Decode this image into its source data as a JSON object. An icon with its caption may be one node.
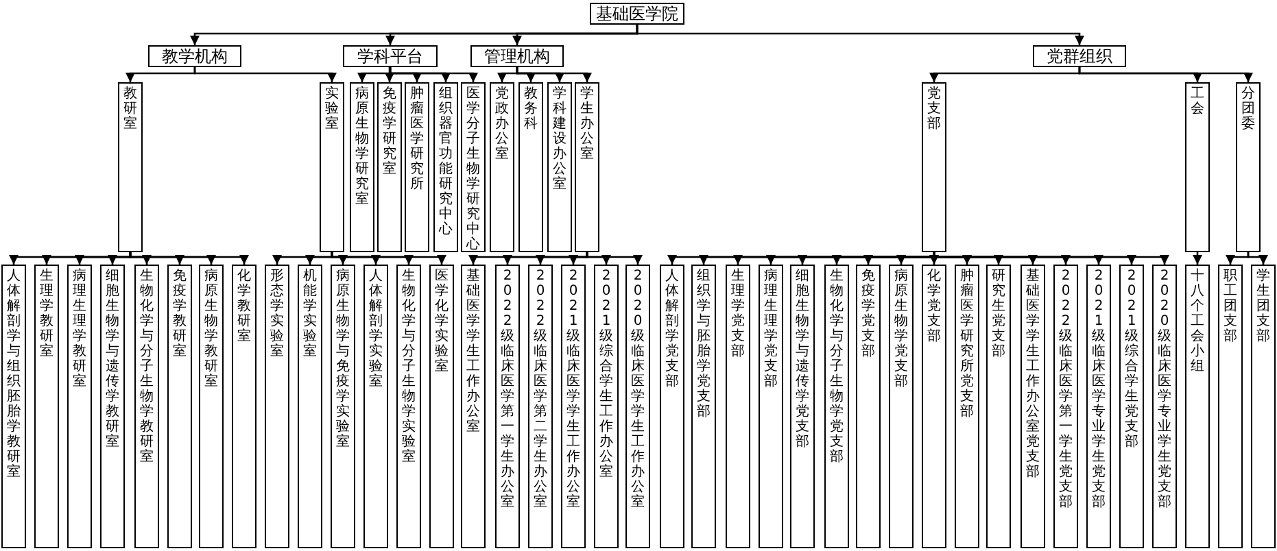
{
  "diagram": {
    "nodes": [
      {
        "text": [
          "基础医学院"
        ]
      },
      {
        "text": [
          "教学机构"
        ]
      },
      {
        "text": [
          "学科平台"
        ]
      },
      {
        "text": [
          "管理机构"
        ]
      },
      {
        "text": [
          "党群组织"
        ]
      },
      {
        "text": [
          "教研室"
        ]
      },
      {
        "text": [
          "实验室"
        ]
      },
      {
        "text": [
          "病原生物学研究室"
        ]
      },
      {
        "text": [
          "免疫学研究室"
        ]
      },
      {
        "text": [
          "肿瘤医学研究所"
        ]
      },
      {
        "text": [
          "组织器官功能研究中心"
        ]
      },
      {
        "text": [
          "医学分子生物学研究中心"
        ]
      },
      {
        "text": [
          "党政办公室"
        ]
      },
      {
        "text": [
          "教务科"
        ]
      },
      {
        "text": [
          "学科建设办公室"
        ]
      },
      {
        "text": [
          "学生办公室"
        ]
      },
      {
        "text": [
          "党支部"
        ]
      },
      {
        "text": [
          "工会"
        ]
      },
      {
        "text": [
          "分团委"
        ]
      },
      {
        "text": [
          "人体解剖学与组织胚胎学教研室"
        ]
      },
      {
        "text": [
          "生理学教研室"
        ]
      },
      {
        "text": [
          "病理生理学教研室"
        ]
      },
      {
        "text": [
          "细胞生物学与遗传学教研室"
        ]
      },
      {
        "text": [
          "生物化学与分子生物学教研室"
        ]
      },
      {
        "text": [
          "免疫学教研室"
        ]
      },
      {
        "text": [
          "病原生物学教研室"
        ]
      },
      {
        "text": [
          "化学教研室"
        ]
      },
      {
        "text": [
          "形态学实验室"
        ]
      },
      {
        "text": [
          "机能学实验室"
        ]
      },
      {
        "text": [
          "病原生物学与免疫学实验室"
        ]
      },
      {
        "text": [
          "人体解剖学实验室"
        ]
      },
      {
        "text": [
          "生物化学与分子生物学实验室"
        ]
      },
      {
        "text": [
          "医学化学实验室"
        ]
      },
      {
        "text": [
          "基础医学学生工作办公室"
        ]
      },
      {
        "text": [
          "2022级临床医学第一学生办公室"
        ]
      },
      {
        "text": [
          "2022级临床医学第二学生办公室"
        ]
      },
      {
        "text": [
          "2021级临床医学学生工作办公室"
        ]
      },
      {
        "text": [
          "2021级综合学生工作办公室"
        ]
      },
      {
        "text": [
          "2020级临床医学学生工作办公室"
        ]
      },
      {
        "text": [
          "人体解剖学党支部"
        ]
      },
      {
        "text": [
          "组织学与胚胎学党支部"
        ]
      },
      {
        "text": [
          "生理学党支部"
        ]
      },
      {
        "text": [
          "病理生理学党支部"
        ]
      },
      {
        "text": [
          "细胞生物学与遗传学党支部"
        ]
      },
      {
        "text": [
          "生物化学与分子生物学党支部"
        ]
      },
      {
        "text": [
          "免疫学党支部"
        ]
      },
      {
        "text": [
          "病原生物学党支部"
        ]
      },
      {
        "text": [
          "化学党支部"
        ]
      },
      {
        "text": [
          "肿瘤医学研究所党支部"
        ]
      },
      {
        "text": [
          "研究生党支部"
        ]
      },
      {
        "text": [
          "基础医学学生工作办公室党支部"
        ]
      },
      {
        "text": [
          "2022级临床医学第一学生党支部"
        ]
      },
      {
        "text": [
          "2021级临床医学专业学生党支部"
        ]
      },
      {
        "text": [
          "2021级综合学生党支部"
        ]
      },
      {
        "text": [
          "2020级临床医学专业学生党支部"
        ]
      },
      {
        "text": [
          "十八个工会小组"
        ]
      },
      {
        "text": [
          "职工团支部"
        ]
      },
      {
        "text": [
          "学生团支部"
        ]
      }
    ],
    "edges": [
      {
        "from": 0,
        "to": 1,
        "arrow": "to"
      },
      {
        "from": 0,
        "to": 2,
        "arrow": "to"
      },
      {
        "from": 0,
        "to": 3,
        "arrow": "to"
      },
      {
        "from": 0,
        "to": 4,
        "arrow": "to"
      },
      {
        "from": 1,
        "to": 5,
        "arrow": "to"
      },
      {
        "from": 1,
        "to": 6,
        "arrow": "to"
      },
      {
        "from": 2,
        "to": 7,
        "arrow": "to"
      },
      {
        "from": 2,
        "to": 8,
        "arrow": "to"
      },
      {
        "from": 2,
        "to": 9,
        "arrow": "to"
      },
      {
        "from": 2,
        "to": 10,
        "arrow": "to"
      },
      {
        "from": 2,
        "to": 11,
        "arrow": "to"
      },
      {
        "from": 3,
        "to": 12,
        "arrow": "to"
      },
      {
        "from": 3,
        "to": 13,
        "arrow": "to"
      },
      {
        "from": 3,
        "to": 14,
        "arrow": "to"
      },
      {
        "from": 3,
        "to": 15,
        "arrow": "to"
      },
      {
        "from": 4,
        "to": 16,
        "arrow": "to"
      },
      {
        "from": 4,
        "to": 17,
        "arrow": "to"
      },
      {
        "from": 4,
        "to": 18,
        "arrow": "to"
      },
      {
        "from": 5,
        "to": 19,
        "arrow": "to"
      },
      {
        "from": 5,
        "to": 20,
        "arrow": "to"
      },
      {
        "from": 5,
        "to": 21,
        "arrow": "to"
      },
      {
        "from": 5,
        "to": 22,
        "arrow": "to"
      },
      {
        "from": 5,
        "to": 23,
        "arrow": "to"
      },
      {
        "from": 5,
        "to": 24,
        "arrow": "to"
      },
      {
        "from": 5,
        "to": 25,
        "arrow": "to"
      },
      {
        "from": 5,
        "to": 26,
        "arrow": "to"
      },
      {
        "from": 6,
        "to": 27,
        "arrow": "to"
      },
      {
        "from": 6,
        "to": 28,
        "arrow": "to"
      },
      {
        "from": 6,
        "to": 29,
        "arrow": "to"
      },
      {
        "from": 6,
        "to": 30,
        "arrow": "to"
      },
      {
        "from": 6,
        "to": 31,
        "arrow": "to"
      },
      {
        "from": 6,
        "to": 32,
        "arrow": "to"
      },
      {
        "from": 15,
        "to": 33,
        "arrow": "to"
      },
      {
        "from": 15,
        "to": 34,
        "arrow": "to"
      },
      {
        "from": 15,
        "to": 35,
        "arrow": "to"
      },
      {
        "from": 15,
        "to": 36,
        "arrow": "to"
      },
      {
        "from": 15,
        "to": 37,
        "arrow": "to"
      },
      {
        "from": 15,
        "to": 38,
        "arrow": "to"
      },
      {
        "from": 16,
        "to": 39,
        "arrow": "to"
      },
      {
        "from": 16,
        "to": 40,
        "arrow": "to"
      },
      {
        "from": 16,
        "to": 41,
        "arrow": "to"
      },
      {
        "from": 16,
        "to": 42,
        "arrow": "to"
      },
      {
        "from": 16,
        "to": 43,
        "arrow": "to"
      },
      {
        "from": 16,
        "to": 44,
        "arrow": "to"
      },
      {
        "from": 16,
        "to": 45,
        "arrow": "to"
      },
      {
        "from": 16,
        "to": 46,
        "arrow": "to"
      },
      {
        "from": 16,
        "to": 47,
        "arrow": "to"
      },
      {
        "from": 16,
        "to": 48,
        "arrow": "to"
      },
      {
        "from": 16,
        "to": 49,
        "arrow": "to"
      },
      {
        "from": 16,
        "to": 50,
        "arrow": "to"
      },
      {
        "from": 16,
        "to": 51,
        "arrow": "to"
      },
      {
        "from": 16,
        "to": 52,
        "arrow": "to"
      },
      {
        "from": 16,
        "to": 53,
        "arrow": "to"
      },
      {
        "from": 16,
        "to": 54,
        "arrow": "to"
      },
      {
        "from": 17,
        "to": 55,
        "arrow": "to"
      },
      {
        "from": 18,
        "to": 56,
        "arrow": "to"
      },
      {
        "from": 18,
        "to": 57,
        "arrow": "to"
      }
    ]
  }
}
